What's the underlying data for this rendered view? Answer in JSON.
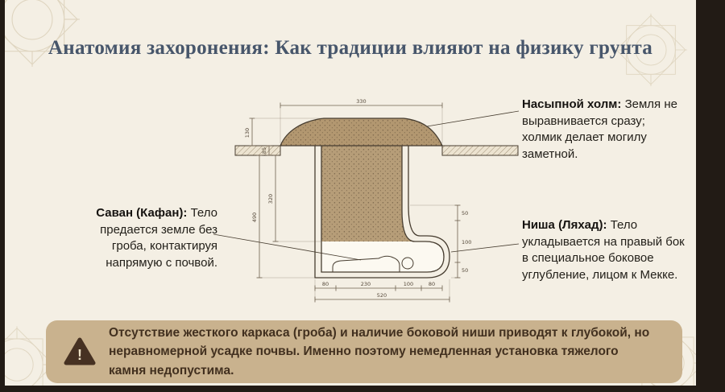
{
  "title": "Анатомия захоронения: Как традиции влияют на физику грунта",
  "annotations": {
    "mound": {
      "label": "Насыпной холм:",
      "text": "Земля не выравнивается сразу; холмик делает могилу заметной."
    },
    "shroud": {
      "label": "Саван (Кафан):",
      "text": "Тело предается земле без гроба, контактируя напрямую с почвой."
    },
    "niche": {
      "label": "Ниша (Ляхад):",
      "text": "Тело укладывается на правый бок в специальное боковое углубление, лицом к Мекке."
    }
  },
  "warning": {
    "symbol": "!",
    "text": "Отсутствие жесткого каркаса (гроба) и наличие боковой ниши приводят к глубокой, но неравномерной усадке почвы. Именно поэтому немедленная установка тяжелого камня недопустима."
  },
  "diagram": {
    "type": "technical-cross-section",
    "dims": {
      "mound_width": "330",
      "mound_height": "130",
      "topsoil": "85",
      "total_depth": "490",
      "shaft_depth": "320",
      "niche_offset": "50",
      "niche_height": "100",
      "niche_floor": "50",
      "bottom_segments": [
        "80",
        "230",
        "100",
        "80"
      ],
      "total_width": "520"
    },
    "colors": {
      "earth": "#b69d78",
      "outline": "#473d30",
      "dimension": "#6e604e",
      "background": "#f4efe4",
      "frame": "#221b15",
      "warning_bg": "#c9b28e",
      "warning_text": "#42301f",
      "title_text": "#47566b"
    }
  }
}
